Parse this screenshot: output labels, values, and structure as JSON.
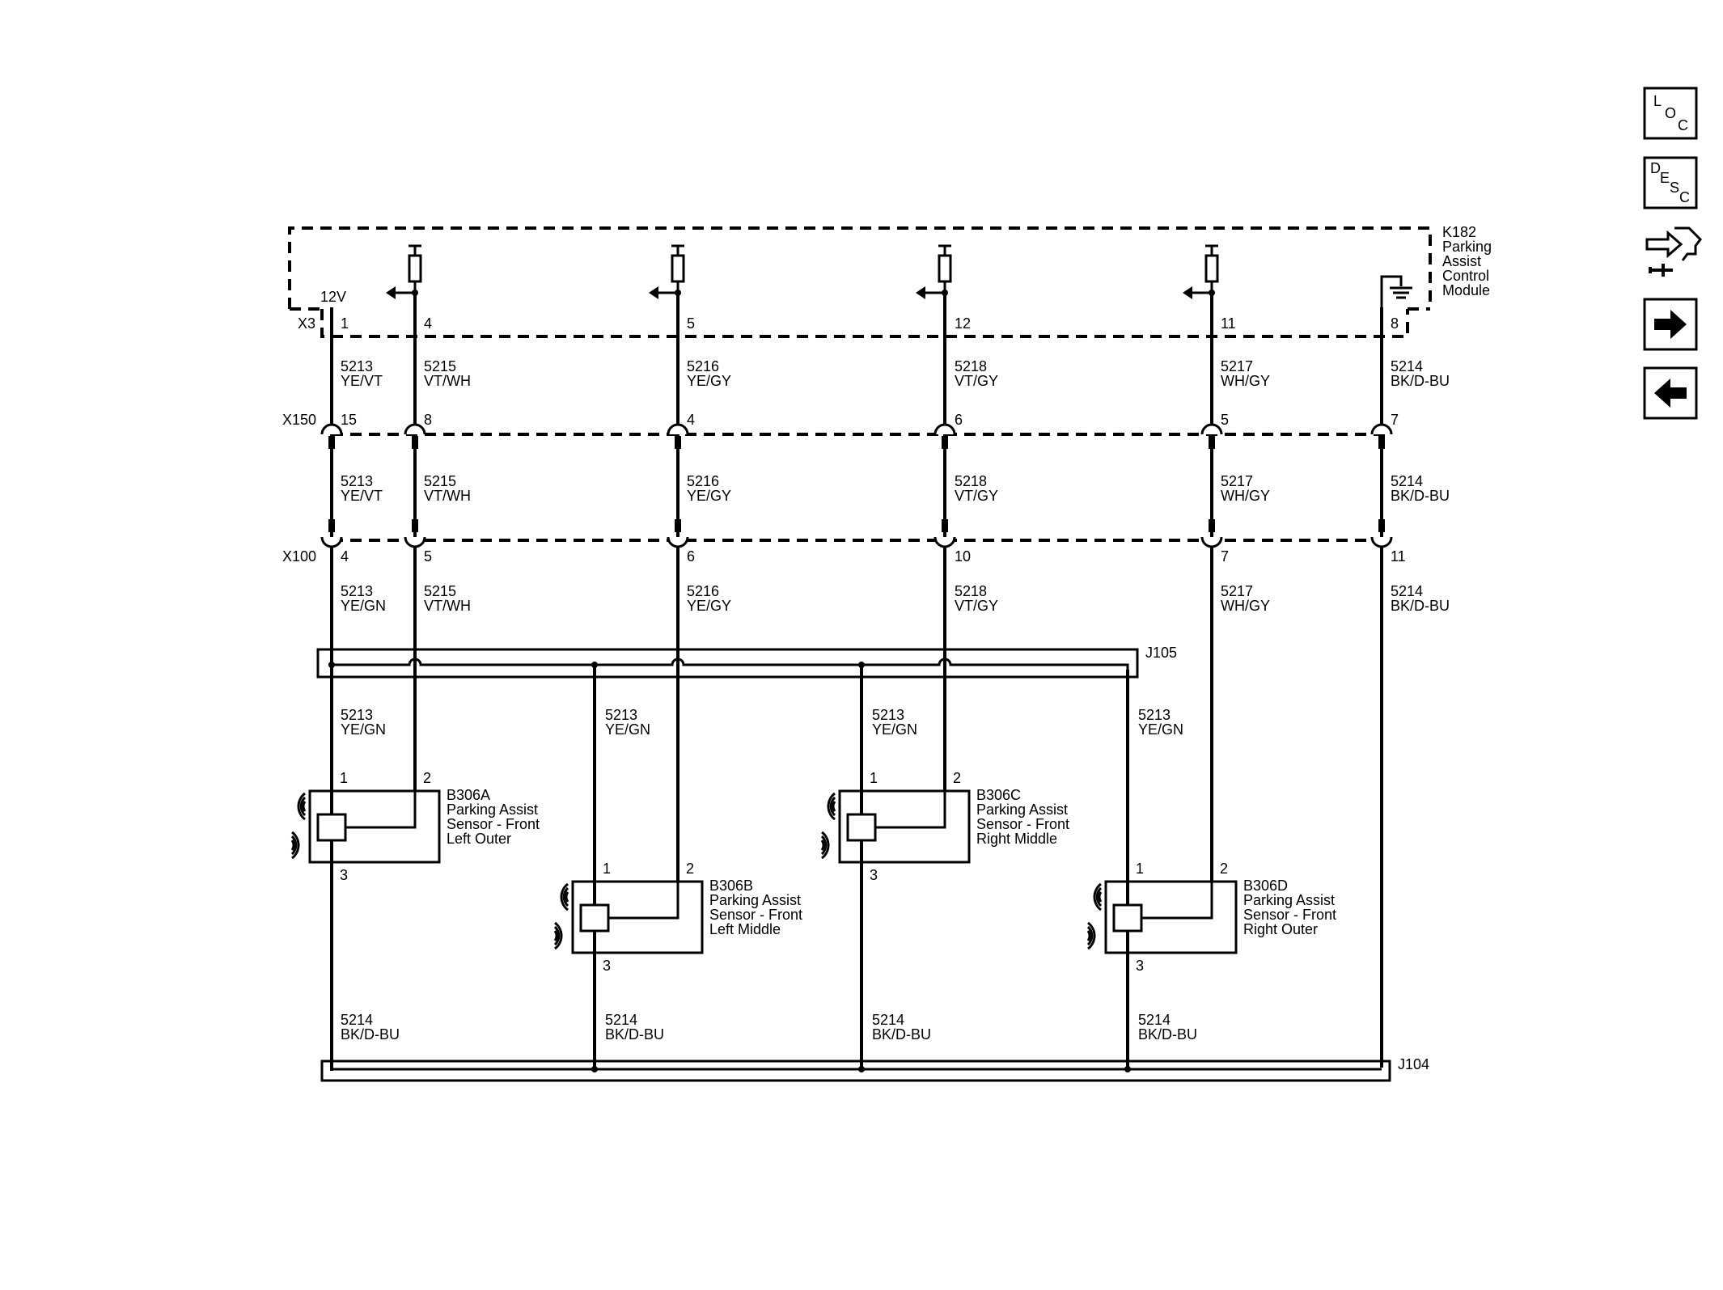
{
  "module": {
    "id": "K182",
    "lines": [
      "Parking",
      "Assist",
      "Control",
      "Module"
    ],
    "voltage": "12V"
  },
  "connectors": {
    "x3": "X3",
    "x150": "X150",
    "x100": "X100",
    "j105": "J105",
    "j104": "J104"
  },
  "circuits": [
    {
      "x3": "1",
      "x150": "15",
      "x100": "4",
      "w1": [
        "5213",
        "YE/VT"
      ],
      "w2": [
        "5213",
        "YE/VT"
      ],
      "w3": [
        "5213",
        "YE/GN"
      ]
    },
    {
      "x3": "4",
      "x150": "8",
      "x100": "5",
      "w1": [
        "5215",
        "VT/WH"
      ],
      "w2": [
        "5215",
        "VT/WH"
      ],
      "w3": [
        "5215",
        "VT/WH"
      ]
    },
    {
      "x3": "5",
      "x150": "4",
      "x100": "6",
      "w1": [
        "5216",
        "YE/GY"
      ],
      "w2": [
        "5216",
        "YE/GY"
      ],
      "w3": [
        "5216",
        "YE/GY"
      ]
    },
    {
      "x3": "12",
      "x150": "6",
      "x100": "10",
      "w1": [
        "5218",
        "VT/GY"
      ],
      "w2": [
        "5218",
        "VT/GY"
      ],
      "w3": [
        "5218",
        "VT/GY"
      ]
    },
    {
      "x3": "11",
      "x150": "5",
      "x100": "7",
      "w1": [
        "5217",
        "WH/GY"
      ],
      "w2": [
        "5217",
        "WH/GY"
      ],
      "w3": [
        "5217",
        "WH/GY"
      ]
    },
    {
      "x3": "8",
      "x150": "7",
      "x100": "11",
      "w1": [
        "5214",
        "BK/D-BU"
      ],
      "w2": [
        "5214",
        "BK/D-BU"
      ],
      "w3": [
        "5214",
        "BK/D-BU"
      ]
    }
  ],
  "sensor_feed": [
    [
      "5213",
      "YE/GN"
    ],
    [
      "5213",
      "YE/GN"
    ],
    [
      "5213",
      "YE/GN"
    ],
    [
      "5213",
      "YE/GN"
    ]
  ],
  "ground_wires": [
    [
      "5214",
      "BK/D-BU"
    ],
    [
      "5214",
      "BK/D-BU"
    ],
    [
      "5214",
      "BK/D-BU"
    ],
    [
      "5214",
      "BK/D-BU"
    ]
  ],
  "sensors": [
    {
      "id": "B306A",
      "lines": [
        "Parking Assist",
        "Sensor - Front",
        "Left Outer"
      ],
      "pins": [
        "1",
        "2",
        "3"
      ]
    },
    {
      "id": "B306B",
      "lines": [
        "Parking Assist",
        "Sensor - Front",
        "Left Middle"
      ],
      "pins": [
        "1",
        "2",
        "3"
      ]
    },
    {
      "id": "B306C",
      "lines": [
        "Parking Assist",
        "Sensor - Front",
        "Right Middle"
      ],
      "pins": [
        "1",
        "2",
        "3"
      ]
    },
    {
      "id": "B306D",
      "lines": [
        "Parking Assist",
        "Sensor - Front",
        "Right Outer"
      ],
      "pins": [
        "1",
        "2",
        "3"
      ]
    }
  ],
  "nav": {
    "loc": [
      "L",
      "O",
      "C"
    ],
    "desc": [
      "D",
      "E",
      "S",
      "C"
    ]
  }
}
